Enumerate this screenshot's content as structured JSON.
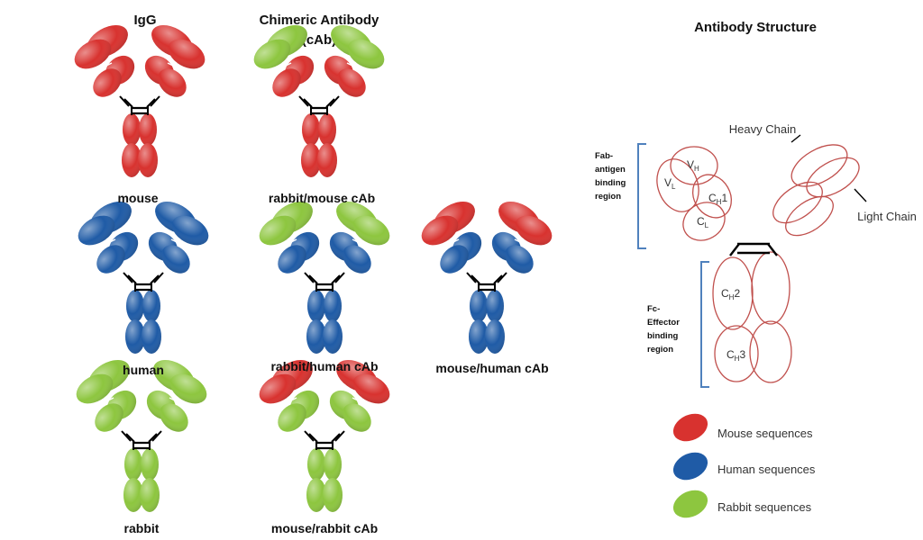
{
  "headers": {
    "igg": "IgG",
    "chimeric_line1": "Chimeric Antibody",
    "chimeric_line2": "(cAb)",
    "structure": "Antibody Structure"
  },
  "colors": {
    "mouse": "#d8322f",
    "human": "#1f5ba6",
    "rabbit": "#8dc63f",
    "outline": "#c0504d",
    "bracket": "#4f81bd"
  },
  "antibodies": [
    {
      "id": "mouse-igg",
      "variable": "mouse",
      "constant": "mouse",
      "caption": "mouse"
    },
    {
      "id": "rabbit-mouse-cab",
      "variable": "rabbit",
      "constant": "mouse",
      "caption": "rabbit/mouse  cAb"
    },
    {
      "id": "human-igg",
      "variable": "human",
      "constant": "human",
      "caption": "human"
    },
    {
      "id": "rabbit-human-cab",
      "variable": "rabbit",
      "constant": "human",
      "caption": "rabbit/human  cAb"
    },
    {
      "id": "mouse-human-cab",
      "variable": "mouse",
      "constant": "human",
      "caption": "mouse/human  cAb"
    },
    {
      "id": "rabbit-igg",
      "variable": "rabbit",
      "constant": "rabbit",
      "caption": "rabbit"
    },
    {
      "id": "mouse-rabbit-cab",
      "variable": "mouse",
      "constant": "rabbit",
      "caption": "mouse/rabbit  cAb"
    }
  ],
  "structure": {
    "heavy_chain": "Heavy Chain",
    "light_chain": "Light Chain",
    "fab_region": [
      "Fab-",
      "antigen",
      "binding",
      "region"
    ],
    "fc_region": [
      "Fc-",
      "Effector",
      "binding",
      "region"
    ],
    "domains": {
      "vh": {
        "main": "V",
        "sub": "H",
        "suffix": ""
      },
      "vl": {
        "main": "V",
        "sub": "L",
        "suffix": ""
      },
      "ch1": {
        "main": "C",
        "sub": "H",
        "suffix": "1"
      },
      "cl": {
        "main": "C",
        "sub": "L",
        "suffix": ""
      },
      "ch2": {
        "main": "C",
        "sub": "H",
        "suffix": "2"
      },
      "ch3": {
        "main": "C",
        "sub": "H",
        "suffix": "3"
      }
    }
  },
  "legend": [
    {
      "key": "mouse",
      "label": "Mouse sequences"
    },
    {
      "key": "human",
      "label": "Human sequences"
    },
    {
      "key": "rabbit",
      "label": "Rabbit sequences"
    }
  ]
}
